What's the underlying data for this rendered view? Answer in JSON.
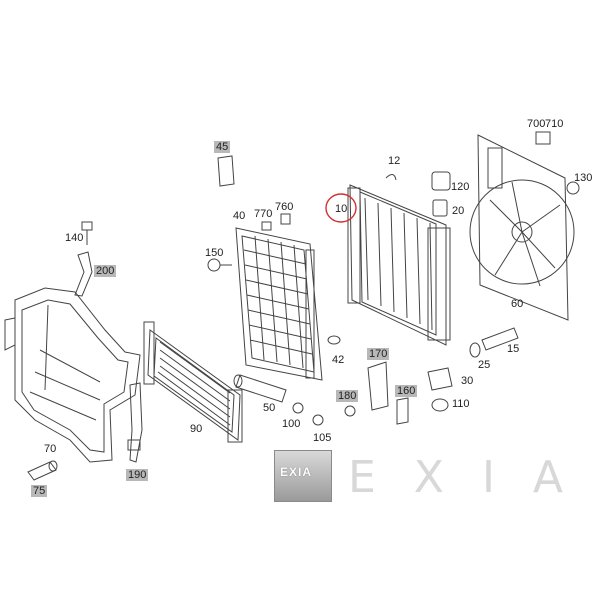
{
  "callouts": [
    {
      "id": "c710",
      "text": "710",
      "highlight": false
    },
    {
      "id": "c700",
      "text": "700",
      "highlight": false
    },
    {
      "id": "c45",
      "text": "45",
      "highlight": true
    },
    {
      "id": "c12",
      "text": "12",
      "highlight": false
    },
    {
      "id": "c130",
      "text": "130",
      "highlight": false
    },
    {
      "id": "c120",
      "text": "120",
      "highlight": false
    },
    {
      "id": "c770",
      "text": "770",
      "highlight": false
    },
    {
      "id": "c760",
      "text": "760",
      "highlight": false
    },
    {
      "id": "c40",
      "text": "40",
      "highlight": false
    },
    {
      "id": "c10",
      "text": "10",
      "highlight": false
    },
    {
      "id": "c20",
      "text": "20",
      "highlight": false
    },
    {
      "id": "c140",
      "text": "140",
      "highlight": false
    },
    {
      "id": "c150",
      "text": "150",
      "highlight": false
    },
    {
      "id": "c200",
      "text": "200",
      "highlight": true
    },
    {
      "id": "c60",
      "text": "60",
      "highlight": false
    },
    {
      "id": "c15",
      "text": "15",
      "highlight": false
    },
    {
      "id": "c170",
      "text": "170",
      "highlight": true
    },
    {
      "id": "c42",
      "text": "42",
      "highlight": false
    },
    {
      "id": "c25",
      "text": "25",
      "highlight": false
    },
    {
      "id": "c30",
      "text": "30",
      "highlight": false
    },
    {
      "id": "c160",
      "text": "160",
      "highlight": true
    },
    {
      "id": "c180",
      "text": "180",
      "highlight": true
    },
    {
      "id": "c50",
      "text": "50",
      "highlight": false
    },
    {
      "id": "c110",
      "text": "110",
      "highlight": false
    },
    {
      "id": "c90",
      "text": "90",
      "highlight": false
    },
    {
      "id": "c100",
      "text": "100",
      "highlight": false
    },
    {
      "id": "c105",
      "text": "105",
      "highlight": false
    },
    {
      "id": "c70",
      "text": "70",
      "highlight": false
    },
    {
      "id": "c190",
      "text": "190",
      "highlight": true
    },
    {
      "id": "c75",
      "text": "75",
      "highlight": true
    }
  ],
  "brand": {
    "mark": "EXIA",
    "wordmark": "EXIA"
  },
  "colors": {
    "line": "#333333",
    "highlight_box": "#b8b8b8",
    "circle": "#d32f2f",
    "logo": "#cfcfcf"
  }
}
